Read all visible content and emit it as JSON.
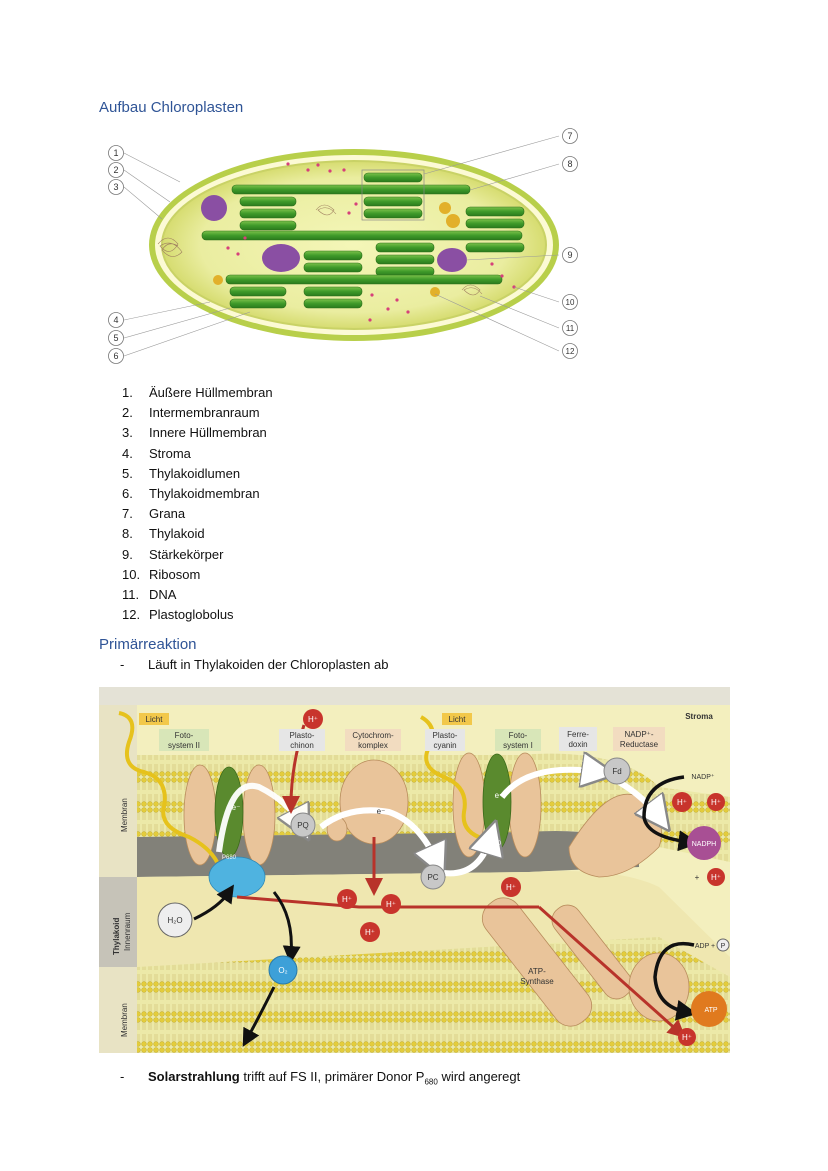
{
  "heading1": "Aufbau Chloroplasten",
  "diagram1": {
    "callouts": [
      "1",
      "2",
      "3",
      "4",
      "5",
      "6",
      "7",
      "8",
      "9",
      "10",
      "11",
      "12"
    ]
  },
  "legend": [
    {
      "num": "1.",
      "label": "Äußere Hüllmembran"
    },
    {
      "num": "2.",
      "label": "Intermembranraum"
    },
    {
      "num": "3.",
      "label": "Innere Hüllmembran"
    },
    {
      "num": "4.",
      "label": "Stroma"
    },
    {
      "num": "5.",
      "label": "Thylakoidlumen"
    },
    {
      "num": "6.",
      "label": "Thylakoidmembran"
    },
    {
      "num": "7.",
      "label": "Grana"
    },
    {
      "num": "8.",
      "label": "Thylakoid"
    },
    {
      "num": "9.",
      "label": "Stärkekörper"
    },
    {
      "num": "10.",
      "label": "Ribosom"
    },
    {
      "num": "11.",
      "label": "DNA"
    },
    {
      "num": "12.",
      "label": "Plastoglobolus"
    }
  ],
  "heading2": "Primärreaktion",
  "bullet1": {
    "dash": "-",
    "text": "Läuft in Thylakoiden der Chloroplasten ab"
  },
  "diagram2": {
    "licht1": "Licht",
    "licht2": "Licht",
    "stroma": "Stroma",
    "fs2_a": "Foto-",
    "fs2_b": "system II",
    "pq_a": "Plasto-",
    "pq_b": "chinon",
    "cyt_a": "Cytochrom-",
    "cyt_b": "komplex",
    "pc_a": "Plasto-",
    "pc_b": "cyanin",
    "fs1_a": "Foto-",
    "fs1_b": "system I",
    "fd_a": "Ferre-",
    "fd_b": "doxin",
    "nr_a": "NADP⁺-",
    "nr_b": "Reductase",
    "hplus": "H⁺",
    "pq": "PQ",
    "pc": "PC",
    "fd": "Fd",
    "e": "e⁻",
    "p680": "P680",
    "p700": "P700",
    "h2o": "H₂O",
    "o2": "O₂",
    "nadp": "NADP⁺",
    "nadph": "NADPH",
    "plus": "+",
    "adp": "ADP +",
    "p": "P",
    "atp": "ATP",
    "atps_a": "ATP-",
    "atps_b": "Synthase",
    "membran": "Membran",
    "thylakoid": "Thylakoid",
    "innenraum": "Innenraum"
  },
  "bullet2": {
    "dash": "-",
    "bold": "Solarstrahlung",
    "text": " trifft auf FS II, primärer Donor P",
    "sub": "680",
    "tail": " wird angeregt"
  }
}
